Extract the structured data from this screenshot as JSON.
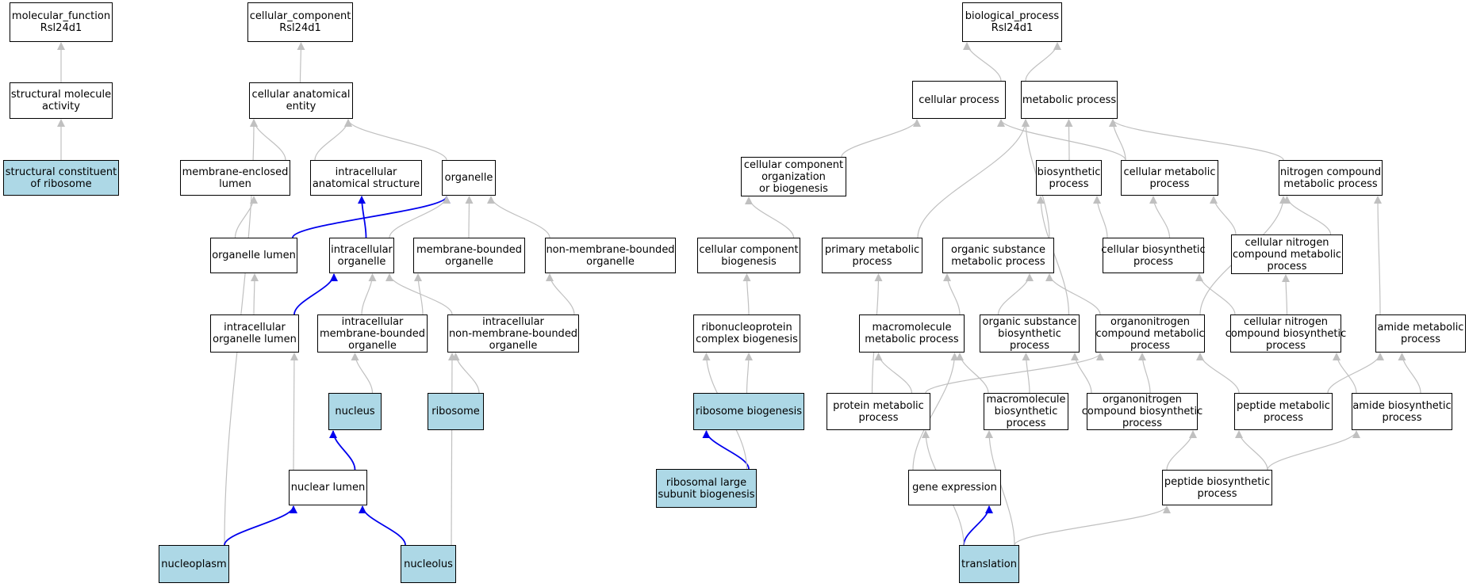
{
  "colors": {
    "highlight_fill": "#add8e6",
    "node_fill": "#ffffff",
    "edge_grey": "#c0c0c0",
    "edge_blue": "#0000ee"
  },
  "nodes": [
    {
      "id": "mf",
      "lines": [
        "molecular_function",
        "Rsl24d1"
      ],
      "highlight": false
    },
    {
      "id": "sma",
      "lines": [
        "structural molecule",
        "activity"
      ],
      "highlight": false
    },
    {
      "id": "scr",
      "lines": [
        "structural constituent",
        "of ribosome"
      ],
      "highlight": true
    },
    {
      "id": "cc",
      "lines": [
        "cellular_component",
        "Rsl24d1"
      ],
      "highlight": false
    },
    {
      "id": "cae",
      "lines": [
        "cellular anatomical",
        "entity"
      ],
      "highlight": false
    },
    {
      "id": "mel",
      "lines": [
        "membrane-enclosed",
        "lumen"
      ],
      "highlight": false
    },
    {
      "id": "ias",
      "lines": [
        "intracellular",
        "anatomical structure"
      ],
      "highlight": false
    },
    {
      "id": "org",
      "lines": [
        "organelle"
      ],
      "highlight": false
    },
    {
      "id": "orgl",
      "lines": [
        "organelle lumen"
      ],
      "highlight": false
    },
    {
      "id": "io",
      "lines": [
        "intracellular",
        "organelle"
      ],
      "highlight": false
    },
    {
      "id": "mbo",
      "lines": [
        "membrane-bounded",
        "organelle"
      ],
      "highlight": false
    },
    {
      "id": "nmbo",
      "lines": [
        "non-membrane-bounded",
        "organelle"
      ],
      "highlight": false
    },
    {
      "id": "iol",
      "lines": [
        "intracellular",
        "organelle lumen"
      ],
      "highlight": false
    },
    {
      "id": "imbo",
      "lines": [
        "intracellular",
        "membrane-bounded",
        "organelle"
      ],
      "highlight": false
    },
    {
      "id": "inmbo",
      "lines": [
        "intracellular",
        "non-membrane-bounded",
        "organelle"
      ],
      "highlight": false
    },
    {
      "id": "nuc",
      "lines": [
        "nucleus"
      ],
      "highlight": true
    },
    {
      "id": "ribo",
      "lines": [
        "ribosome"
      ],
      "highlight": true
    },
    {
      "id": "nl",
      "lines": [
        "nuclear lumen"
      ],
      "highlight": false
    },
    {
      "id": "np",
      "lines": [
        "nucleoplasm"
      ],
      "highlight": true
    },
    {
      "id": "nucl",
      "lines": [
        "nucleolus"
      ],
      "highlight": true
    },
    {
      "id": "ccob",
      "lines": [
        "cellular component",
        "organization",
        "or biogenesis"
      ],
      "highlight": false
    },
    {
      "id": "ccb",
      "lines": [
        "cellular component",
        "biogenesis"
      ],
      "highlight": false
    },
    {
      "id": "rcb",
      "lines": [
        "ribonucleoprotein",
        "complex biogenesis"
      ],
      "highlight": false
    },
    {
      "id": "rb",
      "lines": [
        "ribosome biogenesis"
      ],
      "highlight": true
    },
    {
      "id": "rlsb",
      "lines": [
        "ribosomal large",
        "subunit biogenesis"
      ],
      "highlight": true
    },
    {
      "id": "bp",
      "lines": [
        "biological_process",
        "Rsl24d1"
      ],
      "highlight": false
    },
    {
      "id": "cp",
      "lines": [
        "cellular process"
      ],
      "highlight": false
    },
    {
      "id": "mp",
      "lines": [
        "metabolic process"
      ],
      "highlight": false
    },
    {
      "id": "bsp",
      "lines": [
        "biosynthetic",
        "process"
      ],
      "highlight": false
    },
    {
      "id": "cmp",
      "lines": [
        "cellular metabolic",
        "process"
      ],
      "highlight": false
    },
    {
      "id": "ncmp",
      "lines": [
        "nitrogen compound",
        "metabolic process"
      ],
      "highlight": false
    },
    {
      "id": "pmp",
      "lines": [
        "primary metabolic",
        "process"
      ],
      "highlight": false
    },
    {
      "id": "osmp",
      "lines": [
        "organic substance",
        "metabolic process"
      ],
      "highlight": false
    },
    {
      "id": "cbp",
      "lines": [
        "cellular biosynthetic",
        "process"
      ],
      "highlight": false
    },
    {
      "id": "cncmp",
      "lines": [
        "cellular nitrogen",
        "compound metabolic",
        "process"
      ],
      "highlight": false
    },
    {
      "id": "mmp",
      "lines": [
        "macromolecule",
        "metabolic process"
      ],
      "highlight": false
    },
    {
      "id": "osbp",
      "lines": [
        "organic substance",
        "biosynthetic",
        "process"
      ],
      "highlight": false
    },
    {
      "id": "oncmp",
      "lines": [
        "organonitrogen",
        "compound metabolic",
        "process"
      ],
      "highlight": false
    },
    {
      "id": "cncbp",
      "lines": [
        "cellular nitrogen",
        "compound biosynthetic",
        "process"
      ],
      "highlight": false
    },
    {
      "id": "amp",
      "lines": [
        "amide metabolic",
        "process"
      ],
      "highlight": false
    },
    {
      "id": "prmp",
      "lines": [
        "protein metabolic",
        "process"
      ],
      "highlight": false
    },
    {
      "id": "mbp",
      "lines": [
        "macromolecule",
        "biosynthetic",
        "process"
      ],
      "highlight": false
    },
    {
      "id": "oncbp",
      "lines": [
        "organonitrogen",
        "compound biosynthetic",
        "process"
      ],
      "highlight": false
    },
    {
      "id": "pepmp",
      "lines": [
        "peptide metabolic",
        "process"
      ],
      "highlight": false
    },
    {
      "id": "abp",
      "lines": [
        "amide biosynthetic",
        "process"
      ],
      "highlight": false
    },
    {
      "id": "ge",
      "lines": [
        "gene expression"
      ],
      "highlight": false
    },
    {
      "id": "pbp",
      "lines": [
        "peptide biosynthetic",
        "process"
      ],
      "highlight": false
    },
    {
      "id": "tr",
      "lines": [
        "translation"
      ],
      "highlight": true
    }
  ],
  "edges": [
    {
      "from": "sma",
      "to": "mf",
      "style": "grey"
    },
    {
      "from": "scr",
      "to": "sma",
      "style": "grey"
    },
    {
      "from": "cae",
      "to": "cc",
      "style": "grey"
    },
    {
      "from": "mel",
      "to": "cae",
      "style": "grey"
    },
    {
      "from": "ias",
      "to": "cae",
      "style": "grey"
    },
    {
      "from": "org",
      "to": "cae",
      "style": "grey"
    },
    {
      "from": "np",
      "to": "cae",
      "style": "grey"
    },
    {
      "from": "orgl",
      "to": "mel",
      "style": "grey"
    },
    {
      "from": "orgl",
      "to": "org",
      "style": "blue"
    },
    {
      "from": "io",
      "to": "ias",
      "style": "blue"
    },
    {
      "from": "io",
      "to": "org",
      "style": "grey"
    },
    {
      "from": "mbo",
      "to": "org",
      "style": "grey"
    },
    {
      "from": "nmbo",
      "to": "org",
      "style": "grey"
    },
    {
      "from": "iol",
      "to": "orgl",
      "style": "grey"
    },
    {
      "from": "iol",
      "to": "io",
      "style": "blue"
    },
    {
      "from": "imbo",
      "to": "io",
      "style": "grey"
    },
    {
      "from": "imbo",
      "to": "mbo",
      "style": "grey"
    },
    {
      "from": "inmbo",
      "to": "io",
      "style": "grey"
    },
    {
      "from": "inmbo",
      "to": "nmbo",
      "style": "grey"
    },
    {
      "from": "nuc",
      "to": "imbo",
      "style": "grey"
    },
    {
      "from": "ribo",
      "to": "inmbo",
      "style": "grey"
    },
    {
      "from": "nl",
      "to": "iol",
      "style": "grey"
    },
    {
      "from": "nl",
      "to": "nuc",
      "style": "blue"
    },
    {
      "from": "np",
      "to": "nl",
      "style": "blue"
    },
    {
      "from": "nucl",
      "to": "nl",
      "style": "blue"
    },
    {
      "from": "nucl",
      "to": "inmbo",
      "style": "grey"
    },
    {
      "from": "ccob",
      "to": "cp",
      "style": "grey"
    },
    {
      "from": "ccb",
      "to": "ccob",
      "style": "grey"
    },
    {
      "from": "rcb",
      "to": "ccb",
      "style": "grey"
    },
    {
      "from": "rb",
      "to": "rcb",
      "style": "grey"
    },
    {
      "from": "rlsb",
      "to": "rb",
      "style": "blue"
    },
    {
      "from": "rlsb",
      "to": "rcb",
      "style": "grey"
    },
    {
      "from": "cp",
      "to": "bp",
      "style": "grey"
    },
    {
      "from": "mp",
      "to": "bp",
      "style": "grey"
    },
    {
      "from": "bsp",
      "to": "mp",
      "style": "grey"
    },
    {
      "from": "cmp",
      "to": "cp",
      "style": "grey"
    },
    {
      "from": "cmp",
      "to": "mp",
      "style": "grey"
    },
    {
      "from": "ncmp",
      "to": "mp",
      "style": "grey"
    },
    {
      "from": "pmp",
      "to": "mp",
      "style": "grey"
    },
    {
      "from": "osmp",
      "to": "mp",
      "style": "grey"
    },
    {
      "from": "cbp",
      "to": "bsp",
      "style": "grey"
    },
    {
      "from": "cbp",
      "to": "cmp",
      "style": "grey"
    },
    {
      "from": "cncmp",
      "to": "cmp",
      "style": "grey"
    },
    {
      "from": "cncmp",
      "to": "ncmp",
      "style": "grey"
    },
    {
      "from": "mmp",
      "to": "osmp",
      "style": "grey"
    },
    {
      "from": "osbp",
      "to": "osmp",
      "style": "grey"
    },
    {
      "from": "osbp",
      "to": "bsp",
      "style": "grey"
    },
    {
      "from": "oncmp",
      "to": "osmp",
      "style": "grey"
    },
    {
      "from": "oncmp",
      "to": "ncmp",
      "style": "grey"
    },
    {
      "from": "cncbp",
      "to": "cbp",
      "style": "grey"
    },
    {
      "from": "cncbp",
      "to": "cncmp",
      "style": "grey"
    },
    {
      "from": "amp",
      "to": "ncmp",
      "style": "grey"
    },
    {
      "from": "prmp",
      "to": "mmp",
      "style": "grey"
    },
    {
      "from": "prmp",
      "to": "oncmp",
      "style": "grey"
    },
    {
      "from": "prmp",
      "to": "pmp",
      "style": "grey"
    },
    {
      "from": "mbp",
      "to": "mmp",
      "style": "grey"
    },
    {
      "from": "mbp",
      "to": "osbp",
      "style": "grey"
    },
    {
      "from": "oncbp",
      "to": "oncmp",
      "style": "grey"
    },
    {
      "from": "oncbp",
      "to": "osbp",
      "style": "grey"
    },
    {
      "from": "pepmp",
      "to": "oncmp",
      "style": "grey"
    },
    {
      "from": "pepmp",
      "to": "amp",
      "style": "grey"
    },
    {
      "from": "abp",
      "to": "amp",
      "style": "grey"
    },
    {
      "from": "abp",
      "to": "cncbp",
      "style": "grey"
    },
    {
      "from": "ge",
      "to": "mmp",
      "style": "grey"
    },
    {
      "from": "pbp",
      "to": "pepmp",
      "style": "grey"
    },
    {
      "from": "pbp",
      "to": "oncbp",
      "style": "grey"
    },
    {
      "from": "pbp",
      "to": "abp",
      "style": "grey"
    },
    {
      "from": "tr",
      "to": "ge",
      "style": "blue"
    },
    {
      "from": "tr",
      "to": "prmp",
      "style": "grey"
    },
    {
      "from": "tr",
      "to": "mbp",
      "style": "grey"
    },
    {
      "from": "tr",
      "to": "pbp",
      "style": "grey"
    }
  ]
}
